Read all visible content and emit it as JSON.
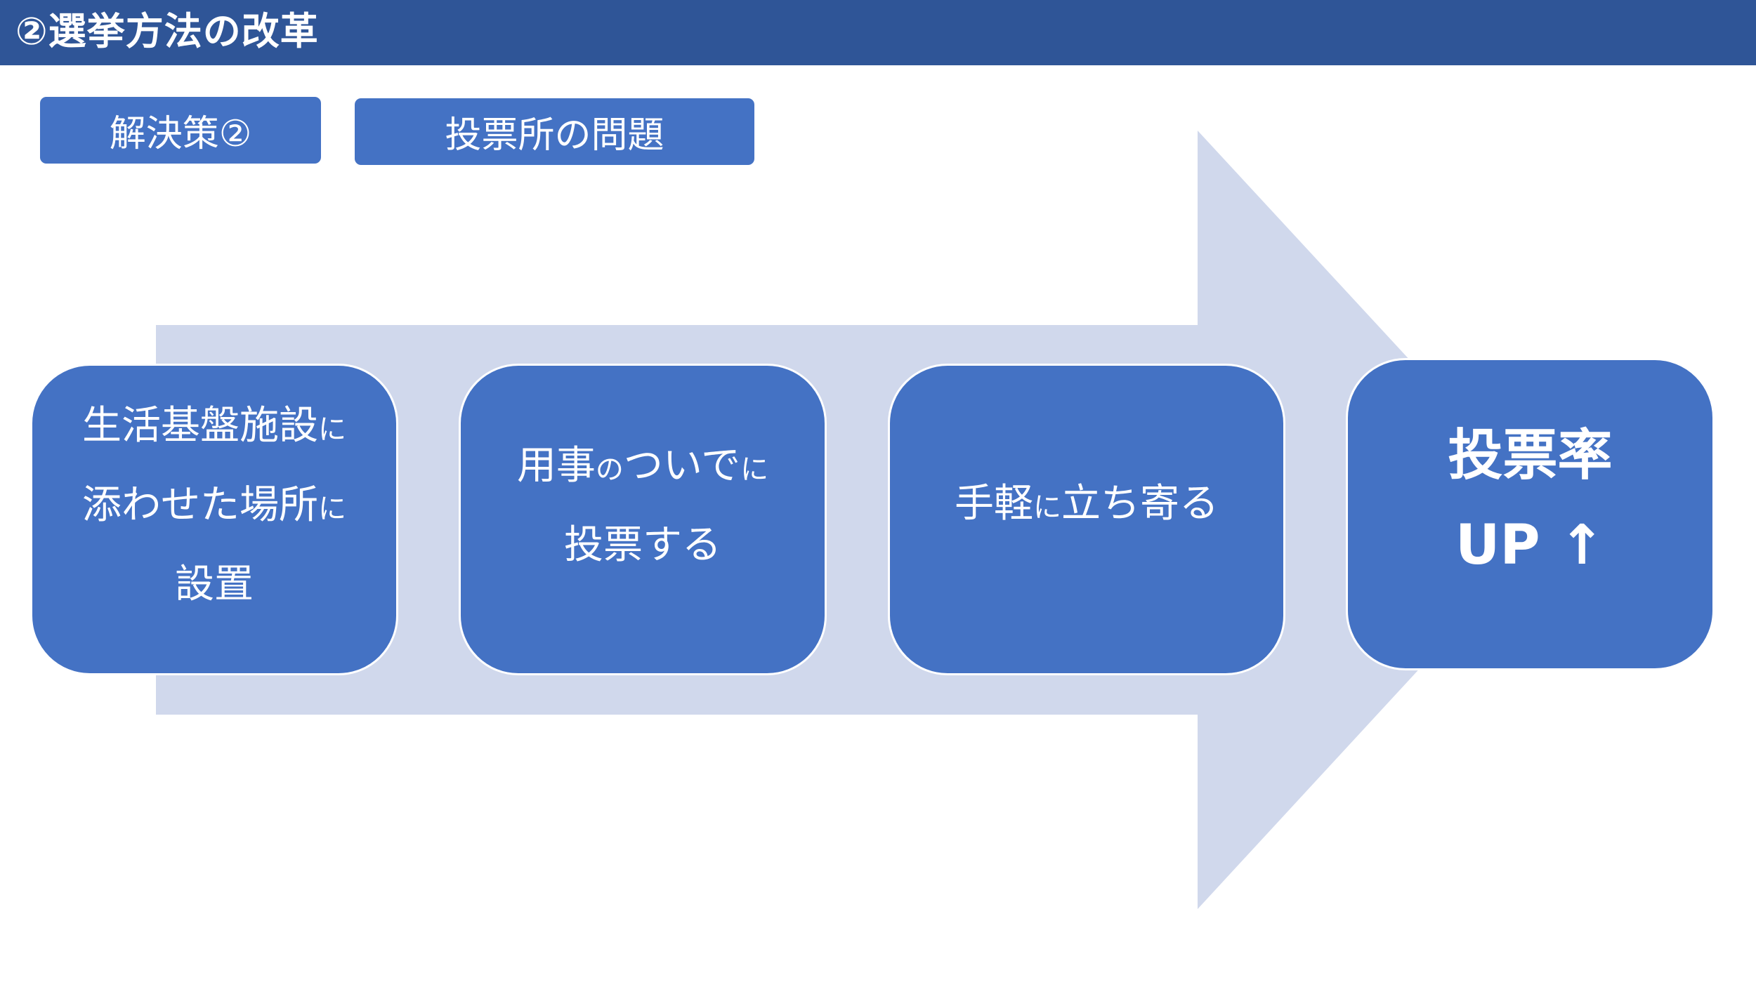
{
  "header": {
    "title": "②選挙方法の改革"
  },
  "tags": [
    {
      "label": "解決策②"
    },
    {
      "label": "投票所の問題"
    }
  ],
  "colors": {
    "header": "#2f5597",
    "box": "#4472c4",
    "arrow": "#d0d8ec"
  },
  "steps": {
    "step1": {
      "line1_a": "生活基盤施設",
      "line1_b": "に",
      "line2_a": "添わせた場所",
      "line2_b": "に",
      "line3": "設置"
    },
    "step2": {
      "line1_a": "用事",
      "line1_b": "の",
      "line1_c": "ついで",
      "line1_d": "に",
      "line2": "投票する"
    },
    "step3": {
      "text_a": "手軽",
      "text_b": "に",
      "text_c": "立ち寄る"
    },
    "result": {
      "line1": "投票率",
      "line2": "UP ↑"
    }
  }
}
